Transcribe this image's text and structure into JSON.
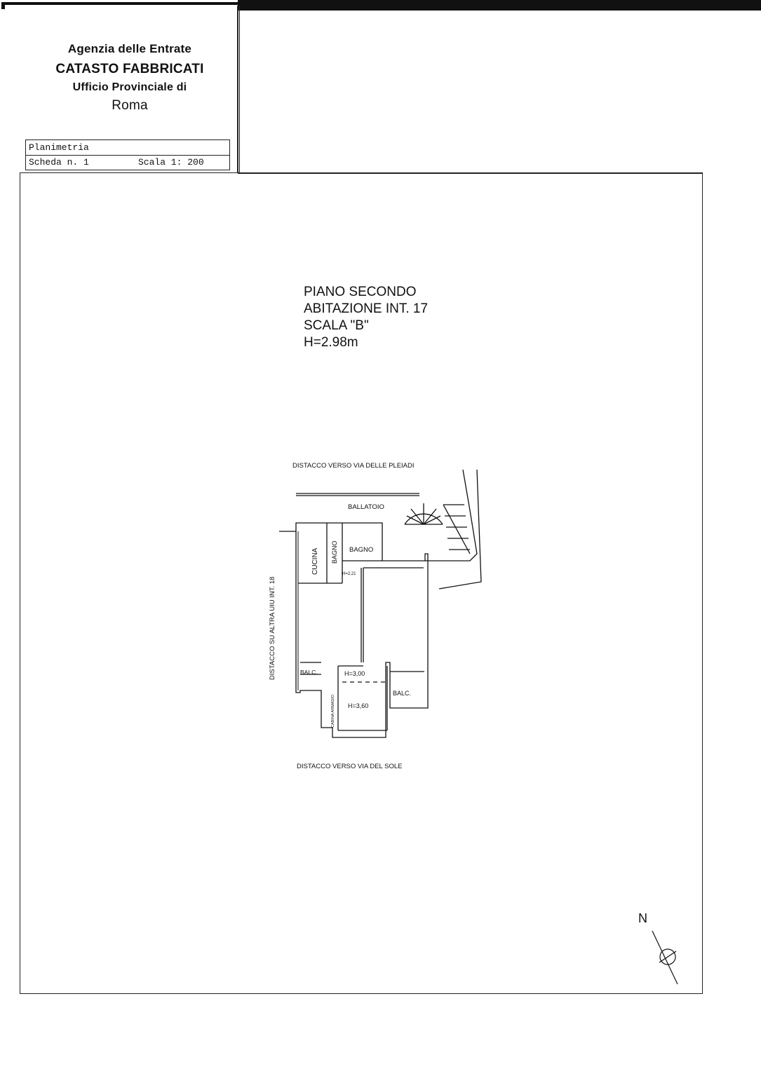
{
  "header": {
    "agency": "Agenzia delle Entrate",
    "catasto": "CATASTO FABBRICATI",
    "office": "Ufficio Provinciale di",
    "city": "Roma"
  },
  "info_box": {
    "doc_type": "Planimetria",
    "sheet": "Scheda n. 1",
    "scale": "Scala 1: 200"
  },
  "title": {
    "floor": "PIANO SECONDO",
    "unit": "ABITAZIONE INT. 17",
    "staircase": "SCALA \"B\"",
    "height": "H=2.98m"
  },
  "plan": {
    "top_label": "DISTACCO VERSO VIA DELLE PLEIADI",
    "bottom_label": "DISTACCO VERSO VIA DEL SOLE",
    "left_label": "DISTACCO SU ALTRA UIU INT. 18",
    "rooms": {
      "ballatoio": "BALLATOIO",
      "cucina": "CUCINA",
      "bagno_small": "BAGNO",
      "bagno": "BAGNO",
      "h221": "H=2,21",
      "balc_left": "BALC.",
      "h300": "H=3,00",
      "cabina": "CABINA ARMADIO",
      "h360": "H=3,60",
      "balc_right": "BALC."
    }
  },
  "compass": {
    "north_label": "N"
  }
}
